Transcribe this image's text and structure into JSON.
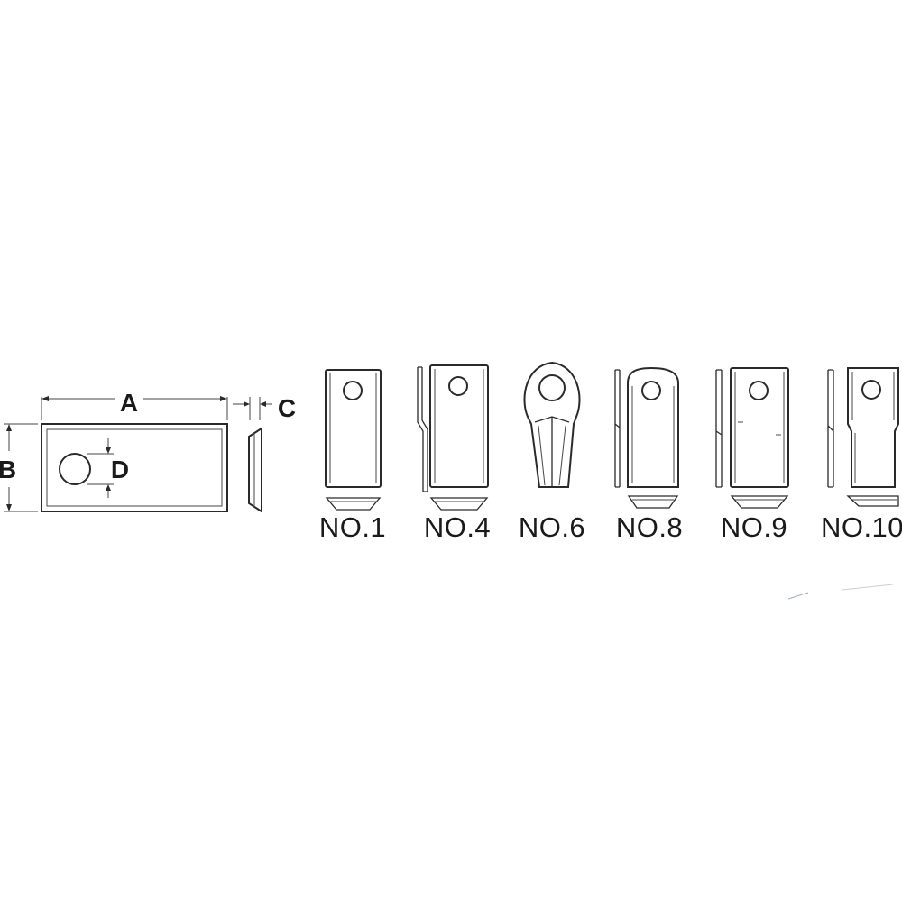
{
  "dimensions": {
    "a": "A",
    "b": "B",
    "c": "C",
    "d": "D"
  },
  "blades": [
    {
      "label": "NO.1"
    },
    {
      "label": "NO.4"
    },
    {
      "label": "NO.6"
    },
    {
      "label": "NO.8"
    },
    {
      "label": "NO.9"
    },
    {
      "label": "NO.10"
    }
  ]
}
